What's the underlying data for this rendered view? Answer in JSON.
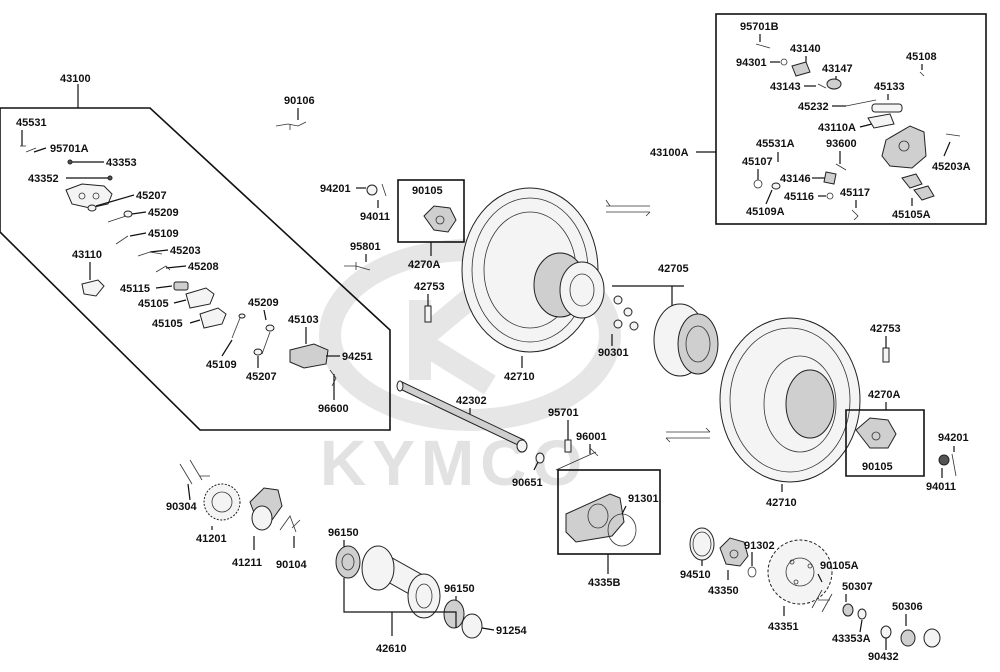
{
  "watermark": {
    "brand": "KYMCO"
  },
  "labels": {
    "l43100": "43100",
    "l45531": "45531",
    "l95701A": "95701A",
    "l43353": "43353",
    "l43352": "43352",
    "l45207a": "45207",
    "l45209a": "45209",
    "l45109a": "45109",
    "l45203": "45203",
    "l43110": "43110",
    "l45208": "45208",
    "l45115": "45115",
    "l45105a": "45105",
    "l45105b": "45105",
    "l45209b": "45209",
    "l45103": "45103",
    "l94251": "94251",
    "l45109b": "45109",
    "l45207b": "45207",
    "l96600": "96600",
    "l90106": "90106",
    "l94201a": "94201",
    "l94011a": "94011",
    "l90105a": "90105",
    "l4270Aa": "4270A",
    "l95801": "95801",
    "l42753a": "42753",
    "l42710a": "42710",
    "l42705": "42705",
    "l90301": "90301",
    "l42302": "42302",
    "l95701": "95701",
    "l96001": "96001",
    "l90651": "90651",
    "l91301": "91301",
    "l4335B": "4335B",
    "l90304": "90304",
    "l41201": "41201",
    "l41211": "41211",
    "l90104": "90104",
    "l96150a": "96150",
    "l96150b": "96150",
    "l42610": "42610",
    "l91254": "91254",
    "l94510": "94510",
    "l43350": "43350",
    "l91302": "91302",
    "l43351": "43351",
    "l90105A": "90105A",
    "l50307": "50307",
    "l43353A": "43353A",
    "l50306": "50306",
    "l90432": "90432",
    "l42710b": "42710",
    "l42753b": "42753",
    "l4270Ab": "4270A",
    "l94201b": "94201",
    "l90105b": "90105",
    "l94011b": "94011",
    "l95701B": "95701B",
    "l43140": "43140",
    "l45108": "45108",
    "l94301": "94301",
    "l43147": "43147",
    "l43143": "43143",
    "l45133": "45133",
    "l45232": "45232",
    "l43110A": "43110A",
    "l43100A": "43100A",
    "l45531A": "45531A",
    "l93600": "93600",
    "l45107": "45107",
    "l43146": "43146",
    "l45203A": "45203A",
    "l45117": "45117",
    "l45116": "45116",
    "l45109A": "45109A",
    "l45105A": "45105A"
  }
}
